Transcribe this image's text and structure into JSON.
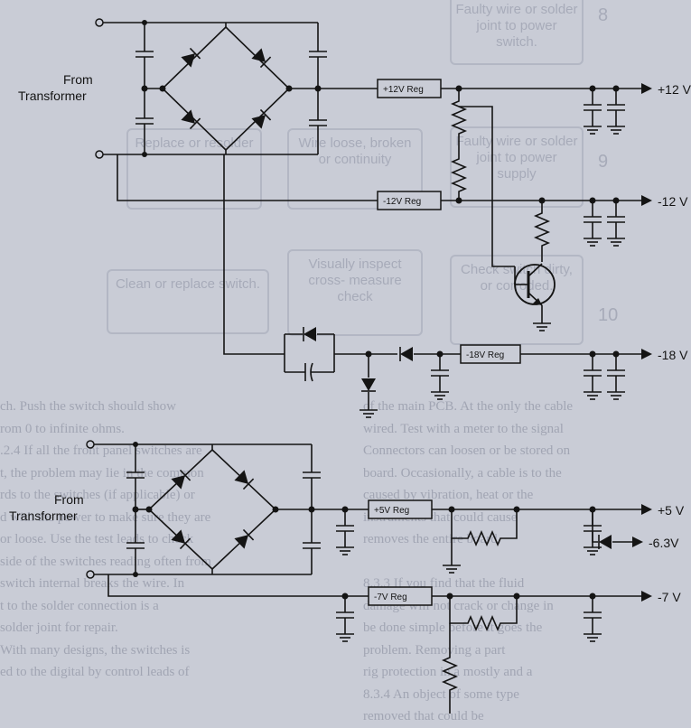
{
  "background": {
    "boxes": [
      "Faulty wire or\nsolder joint to\npower switch.",
      "Wire loose,\nbroken or\ncontinuity",
      "Replace or\nresolder",
      "Faulty wire or\nsolder joint to\npower supply",
      "Visually\ninspect cross-\nmeasure check",
      "Clean or\nreplace switch.",
      "Check\nswitch dirty,\nor corroded."
    ],
    "numbers": [
      "8",
      "9",
      "10"
    ],
    "left_text": "ch. Push the switch should show\nrom 0 to infinite ohms.\n.2.4 If all the front panel switches are\nt, the problem may lie in the common\nrds to the switches (if applicable) or\nd with the power to make sure they are\nor loose. Use the test leads to check\nside of the switches reading often from\nswitch internal breaks the wire. In\nt to the solder connection is a\nsolder joint for repair.\nWith many designs, the switches is\ned to the digital by control leads of",
    "right_text": "of the main PCB. At the only the cable\nwired. Test with a meter to the signal\nConnectors can loosen or be stored on\nboard. Occasionally, a cable is to the\ncaused by vibration, heat or the\ninstruments that could cause\nremoves the entire board.\n\n8.3.3 If you find that the fluid\ndamage will not crack or change in\nbe done simple before it goes the\nproblem. Removing a part\nrig protection in a mostly and a\n8.3.4 An object of some type\nremoved that could be"
  },
  "upper_circuit": {
    "source_label": [
      "From",
      "Transformer"
    ],
    "regulators": [
      "+12V Reg",
      "-12V Reg",
      "-18V Reg"
    ],
    "outputs": [
      "+12 V",
      "-12 V",
      "-18 V"
    ]
  },
  "lower_circuit": {
    "source_label": [
      "From",
      "Transformer"
    ],
    "regulators": [
      "+5V Reg",
      "-7V Reg"
    ],
    "outputs": [
      "+5 V",
      "-6.3V",
      "-7 V"
    ]
  }
}
